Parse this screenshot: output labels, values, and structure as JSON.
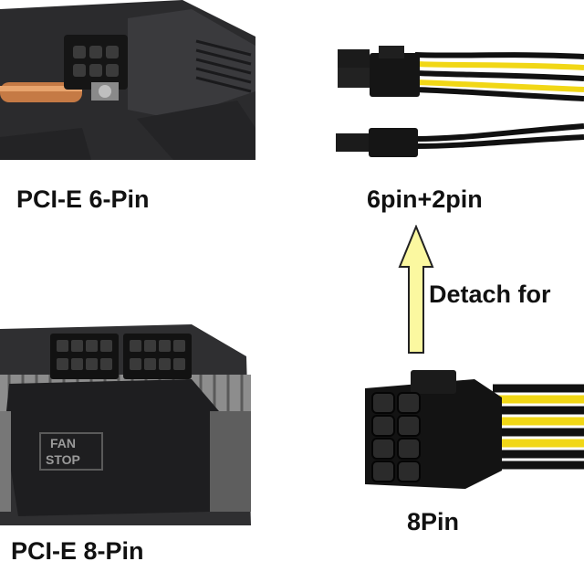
{
  "labels": {
    "pcie_6pin": "PCI-E 6-Pin",
    "six_plus_two": "6pin+2pin",
    "detach_for": "Detach for",
    "eight_pin": "8Pin",
    "pcie_8pin": "PCI-E 8-Pin"
  },
  "card_text": {
    "fan_stop_line1": "FAN",
    "fan_stop_line2": "STOP"
  },
  "colors": {
    "arrow_fill": "#fbf8a0",
    "arrow_stroke": "#222222",
    "wire_yellow": "#f1d716",
    "wire_black": "#111111",
    "card_dark": "#2a2a2c",
    "copper": "#c57a45"
  }
}
